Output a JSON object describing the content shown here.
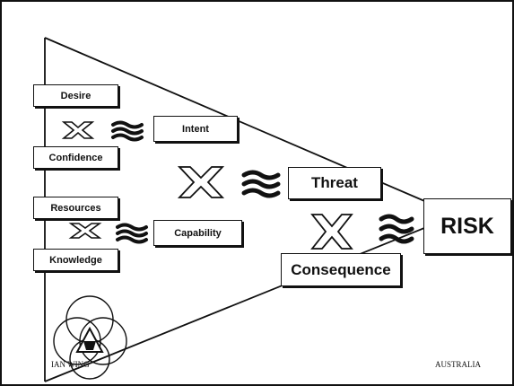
{
  "diagram": {
    "boxes": {
      "desire": "Desire",
      "confidence": "Confidence",
      "intent": "Intent",
      "resources": "Resources",
      "knowledge": "Knowledge",
      "capability": "Capability",
      "threat": "Threat",
      "consequence": "Consequence",
      "risk": "RISK"
    },
    "operators": {
      "multiply": "X",
      "approx": "≈"
    },
    "footer": {
      "logo_text": "IAN WING",
      "country": "AUSTRALIA"
    },
    "colors": {
      "ink": "#111111",
      "background": "#ffffff"
    }
  }
}
